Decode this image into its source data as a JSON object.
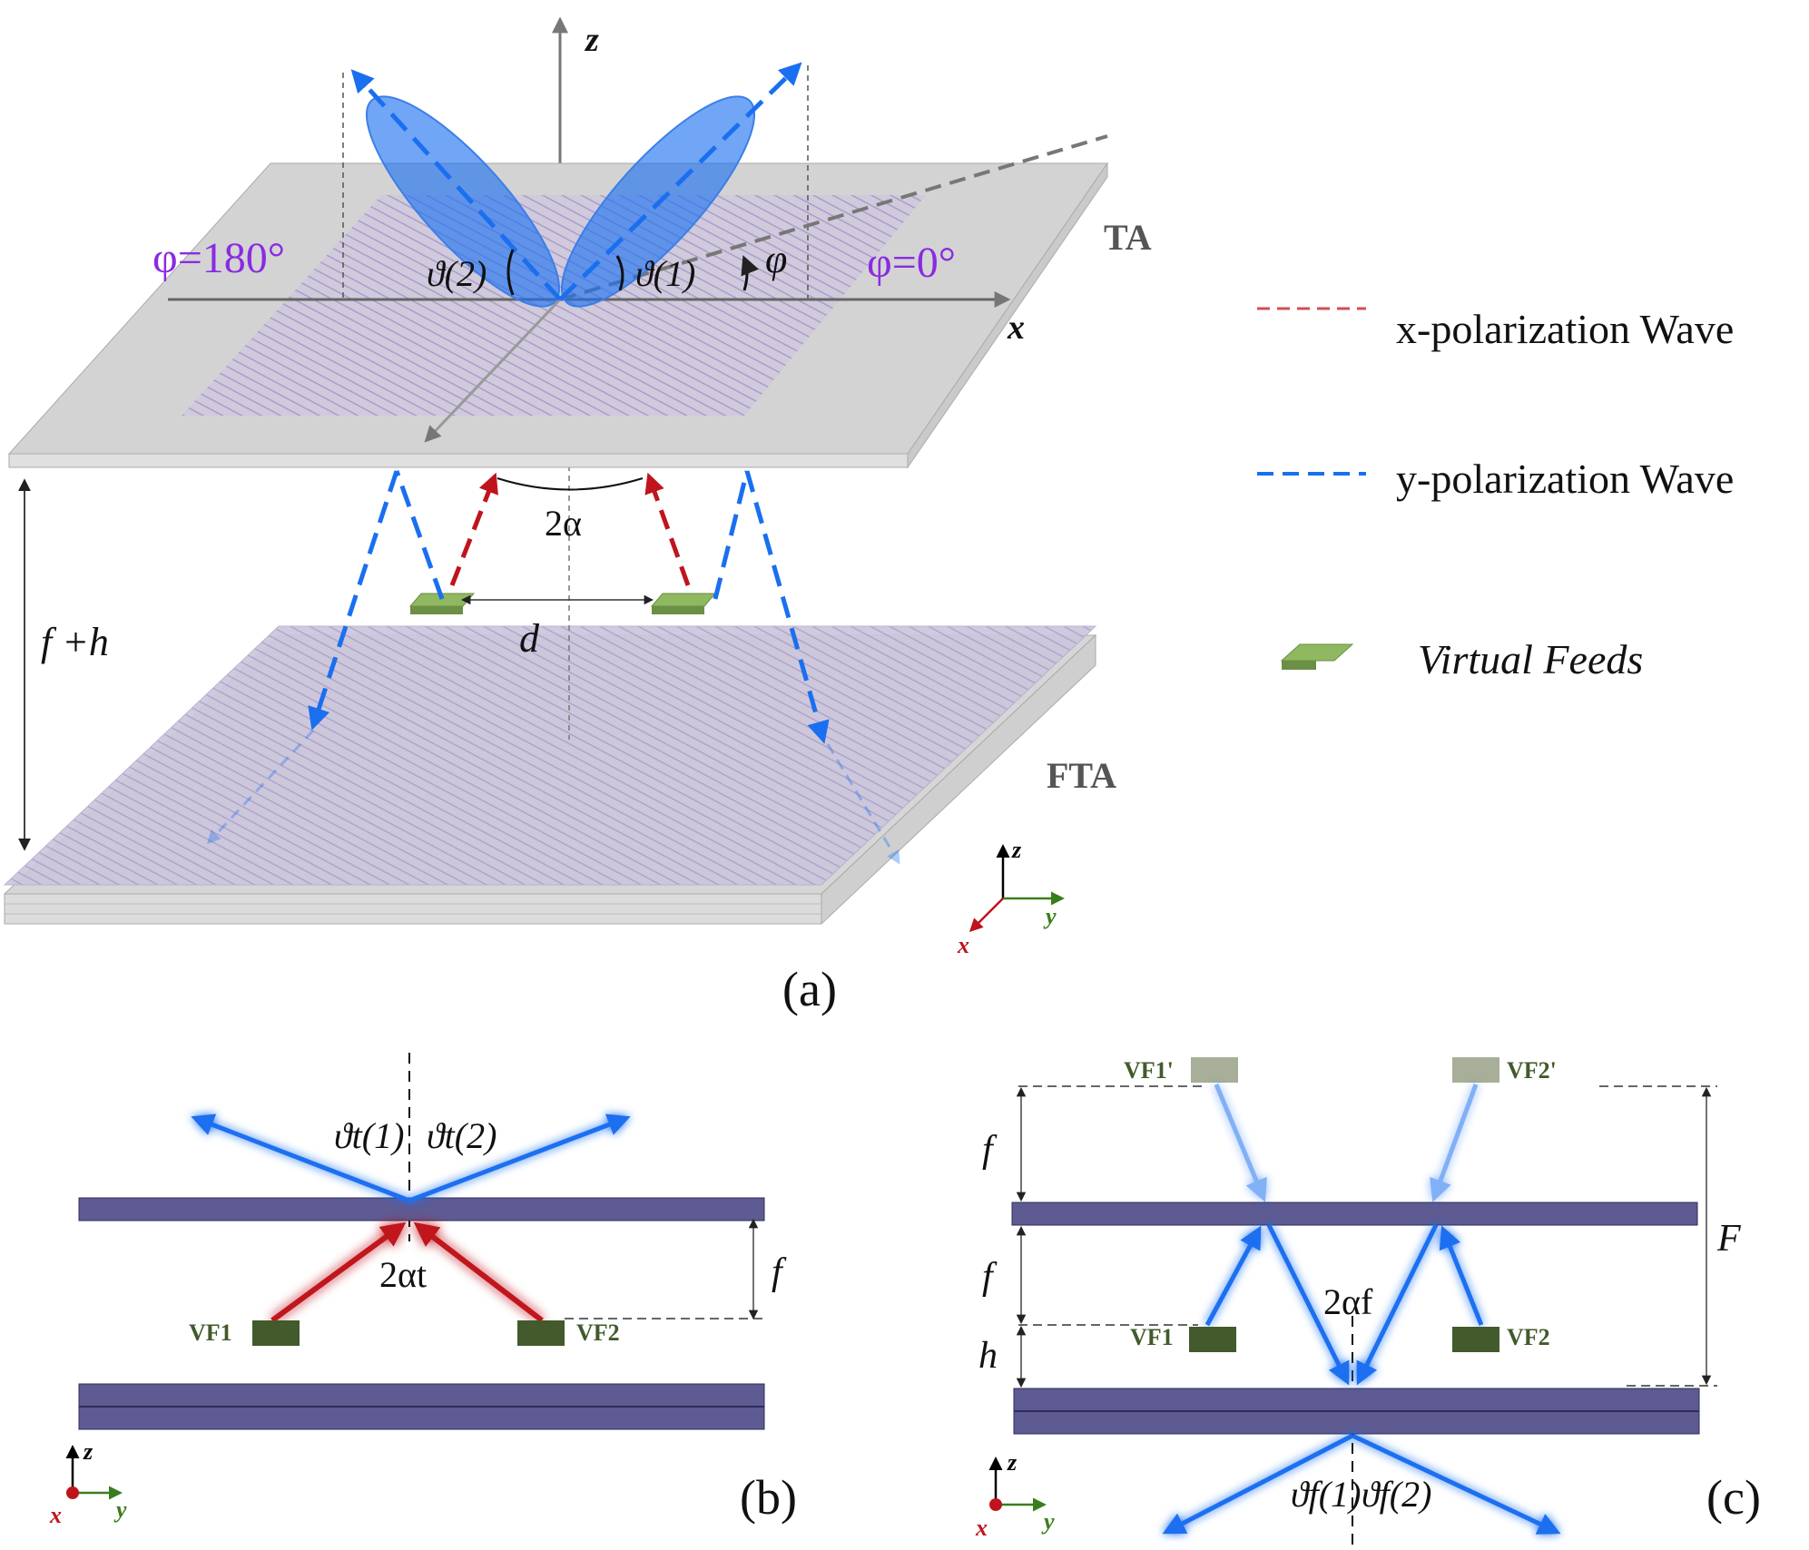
{
  "panel_a": {
    "caption": "(a)",
    "top_plate_label": "TA",
    "bottom_plate_label": "FTA",
    "axis_z": "z",
    "axis_x": "x",
    "phi_180": "φ=180°",
    "phi_0": "φ=0°",
    "theta2": "ϑ(2)",
    "theta1": "ϑ(1)",
    "phi": "φ",
    "two_alpha": "2α",
    "d": "d",
    "f_plus_h": "f +h",
    "triad": {
      "z": "z",
      "x": "x",
      "y": "y"
    }
  },
  "legend": {
    "x_pol": "x-polarization Wave",
    "y_pol": "y-polarization Wave",
    "virtual_feeds": "Virtual Feeds",
    "colors": {
      "x_pol": "#c0141c",
      "y_pol": "#1a6ff0",
      "feed": "#8fb860"
    }
  },
  "panel_b": {
    "caption": "(b)",
    "theta_t1": "ϑt(1)",
    "theta_t2": "ϑt(2)",
    "two_alpha_t": "2αt",
    "f": "f",
    "vf1": "VF1",
    "vf2": "VF2",
    "triad": {
      "z": "z",
      "x": "x",
      "y": "y"
    }
  },
  "panel_c": {
    "caption": "(c)",
    "vf1p": "VF1'",
    "vf2p": "VF2'",
    "vf1": "VF1",
    "vf2": "VF2",
    "f_top": "f",
    "f_mid": "f",
    "h": "h",
    "F": "F",
    "two_alpha_f": "2αf",
    "theta_f1": "ϑf(1)",
    "theta_f2": "ϑf(2)",
    "triad": {
      "z": "z",
      "x": "x",
      "y": "y"
    }
  }
}
